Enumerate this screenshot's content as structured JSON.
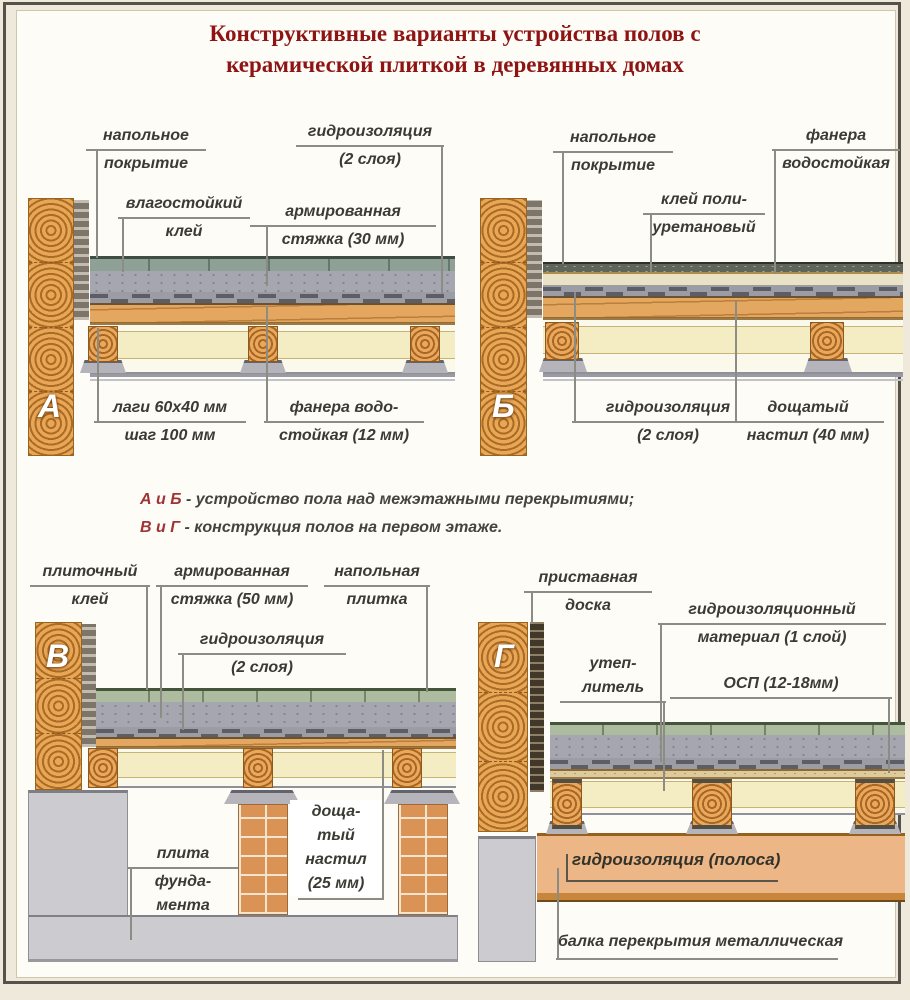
{
  "title": {
    "line1": "Конструктивные варианты устройства полов с",
    "line2": "керамической плиткой в деревянных домах"
  },
  "legend": {
    "row1": {
      "key": "А и Б",
      "text": "- устройство пола над межэтажными перекрытиями;"
    },
    "row2": {
      "key": "В и Г",
      "text": "- конструкция полов на первом этаже."
    }
  },
  "colors": {
    "accent_red": "#8e1414",
    "label_text": "#3b3b33",
    "callout_line": "#8c8c84"
  },
  "diagrams": {
    "a": {
      "letter": "А",
      "labels": {
        "covering": {
          "l1": "напольное",
          "l2": "покрытие"
        },
        "waterproof": {
          "l1": "гидроизоляция",
          "l2": "(2 слоя)"
        },
        "glue": {
          "l1": "влагостойкий",
          "l2": "клей"
        },
        "screed": {
          "l1": "армированная",
          "l2": "стяжка (30 мм)"
        },
        "joists": {
          "l1": "лаги 60х40 мм",
          "l2": "шаг 100 мм"
        },
        "plywood": {
          "l1": "фанера водо-",
          "l2": "стойкая (12 мм)"
        }
      }
    },
    "b": {
      "letter": "Б",
      "labels": {
        "covering": {
          "l1": "напольное",
          "l2": "покрытие"
        },
        "glue": {
          "l1": "клей поли-",
          "l2": "уретановый"
        },
        "plywood": {
          "l1": "фанера",
          "l2": "водостойкая"
        },
        "waterproof": {
          "l1": "гидроизоляция",
          "l2": "(2 слоя)"
        },
        "decking": {
          "l1": "дощатый",
          "l2": "настил (40 мм)"
        }
      }
    },
    "v": {
      "letter": "В",
      "labels": {
        "tile_glue": {
          "l1": "плиточный",
          "l2": "клей"
        },
        "screed": {
          "l1": "армированная",
          "l2": "стяжка (50 мм)"
        },
        "waterproof": {
          "l1": "гидроизоляция",
          "l2": "(2 слоя)"
        },
        "tile": {
          "l1": "напольная",
          "l2": "плитка"
        },
        "slab": {
          "l1": "плита",
          "l2": "фунда-",
          "l3": "мента"
        },
        "decking": {
          "l1": "доща-",
          "l2": "тый",
          "l3": "настил",
          "l4": "(25 мм)"
        }
      }
    },
    "g": {
      "letter": "Г",
      "labels": {
        "board": {
          "l1": "приставная",
          "l2": "доска"
        },
        "membrane": {
          "l1": "гидроизоляционный",
          "l2": "материал (1 слой)"
        },
        "insulation": {
          "l1": "утеп-",
          "l2": "литель"
        },
        "osb": {
          "l1": "ОСП (12-18мм)"
        },
        "strip": {
          "l1": "гидроизоляция (полоса)"
        },
        "beam": {
          "l1": "балка перекрытия металлическая"
        }
      }
    }
  }
}
